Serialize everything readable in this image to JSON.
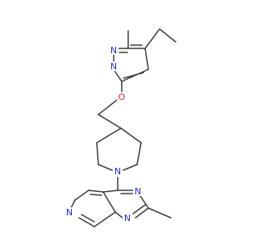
{
  "structure": {
    "colors": {
      "carbon_bond": "#3a3a3a",
      "nitrogen": "#1f2bd6",
      "oxygen": "#e0241b",
      "background": "#ffffff"
    },
    "atoms": [
      {
        "id": "n_pyridazine_1",
        "symbol": "N",
        "color": "nitrogen"
      },
      {
        "id": "n_pyridazine_2",
        "symbol": "N",
        "color": "nitrogen"
      },
      {
        "id": "o_ether",
        "symbol": "O",
        "color": "oxygen"
      },
      {
        "id": "n_piperidine",
        "symbol": "N",
        "color": "nitrogen"
      },
      {
        "id": "n_pyrimidine_3",
        "symbol": "N",
        "color": "nitrogen"
      },
      {
        "id": "n_pyrimidine_1",
        "symbol": "N",
        "color": "nitrogen"
      },
      {
        "id": "n_pyridine",
        "symbol": "N",
        "color": "nitrogen"
      }
    ]
  }
}
